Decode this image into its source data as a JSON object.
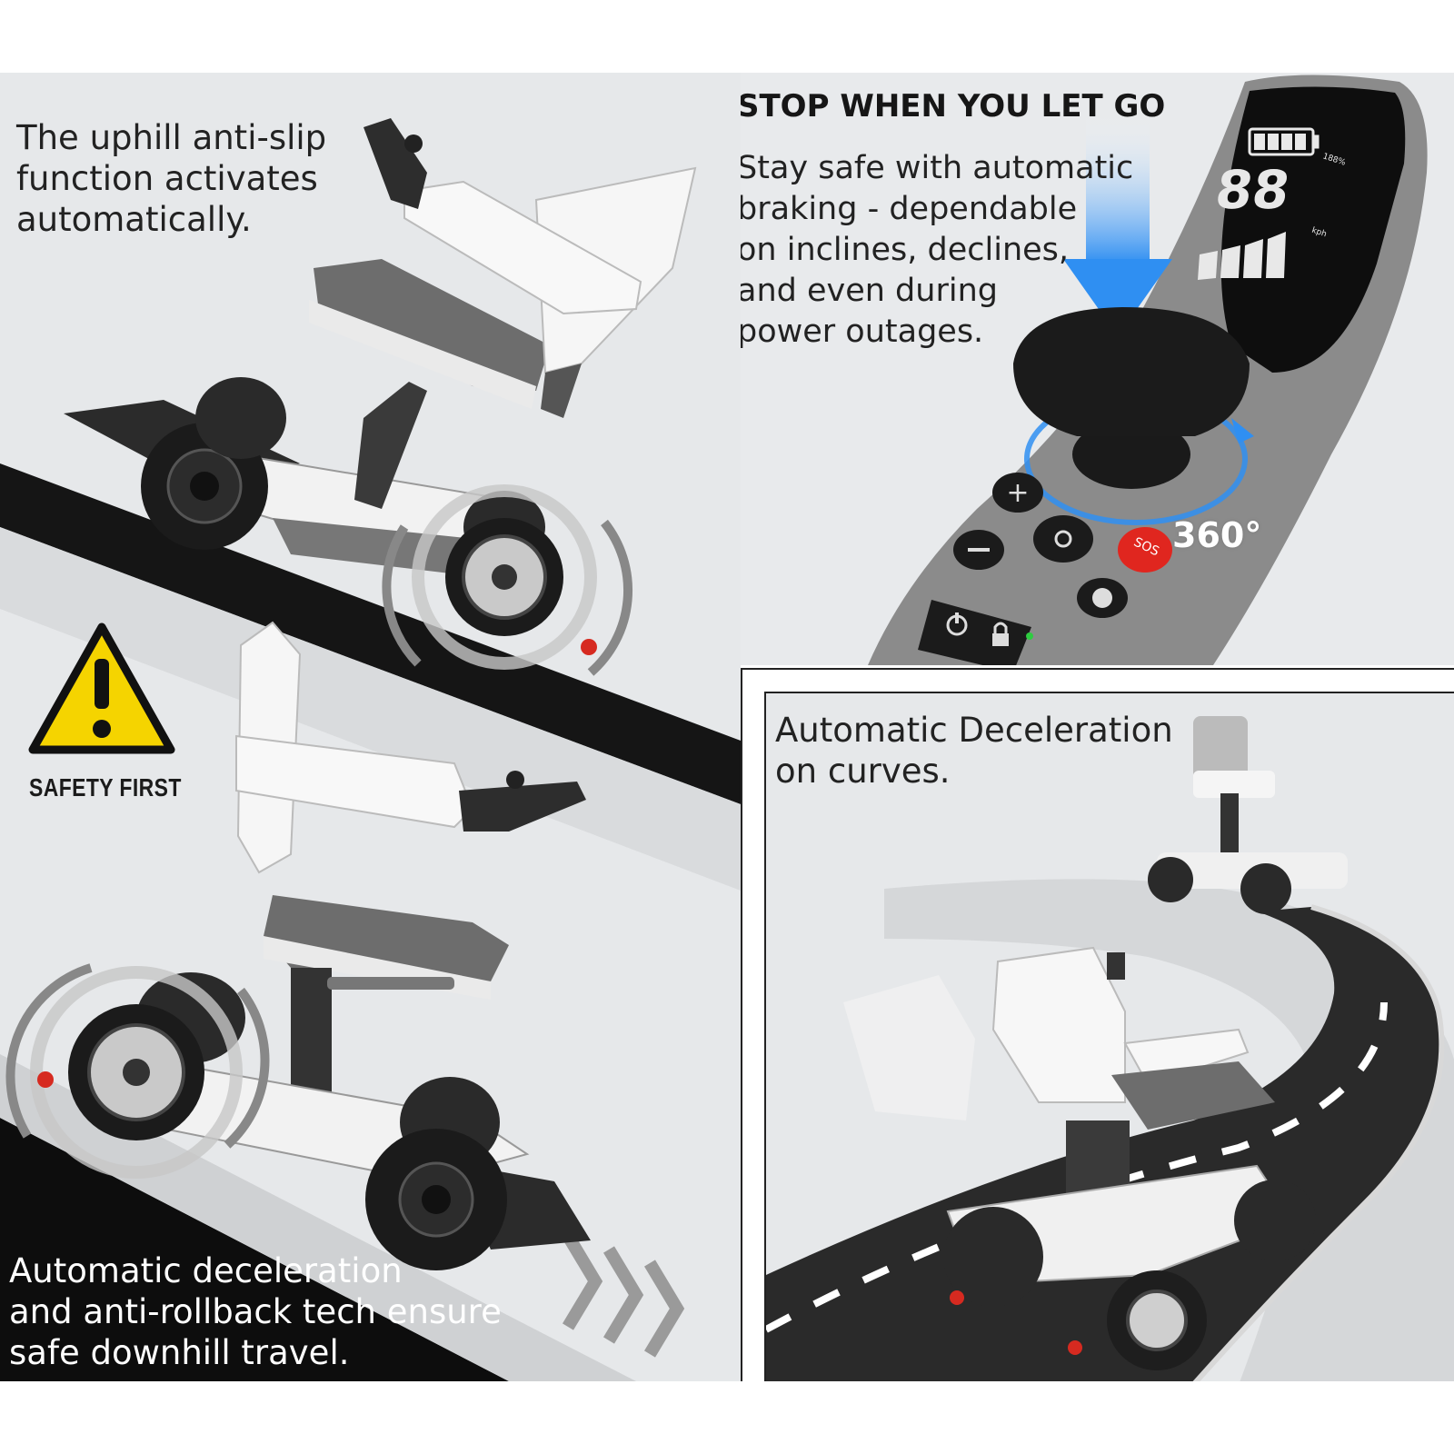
{
  "uphill": {
    "caption_lines": [
      "The uphill anti-slip",
      "function activates",
      "automatically."
    ]
  },
  "safety": {
    "label": "SAFETY FIRST",
    "colors": {
      "sign_fill": "#f5d400",
      "sign_stroke": "#111111"
    }
  },
  "downhill": {
    "caption_lines": [
      "Automatic deceleration",
      "and anti-rollback tech ensure",
      "safe downhill travel."
    ]
  },
  "stop": {
    "title": "STOP WHEN YOU LET GO",
    "body_lines": [
      "Stay safe with automatic",
      "braking - dependable",
      "on inclines, declines,",
      "and even during",
      "power outages."
    ]
  },
  "controller": {
    "speed": "88",
    "speed_unit": "kph",
    "battery_percent": "188%",
    "rotation_label": "360°",
    "sos_label": "SOS",
    "buttons": [
      "plus-icon",
      "minus-icon",
      "horn-icon",
      "sos-button",
      "power-icon",
      "lock-icon",
      "w-icon"
    ],
    "colors": {
      "arrow_blue": "#2f8ff2",
      "sos_red": "#e0261f",
      "body": "#8b8b8b",
      "screen": "#0e0e0e"
    }
  },
  "curves": {
    "caption_lines": [
      "Automatic Deceleration",
      "on curves."
    ]
  },
  "colors": {
    "panel_bg": "#e6e8ea",
    "road": "#1f1f1f",
    "wheelchair_white": "#f4f4f4",
    "wheelchair_grey": "#6e6e6e"
  }
}
